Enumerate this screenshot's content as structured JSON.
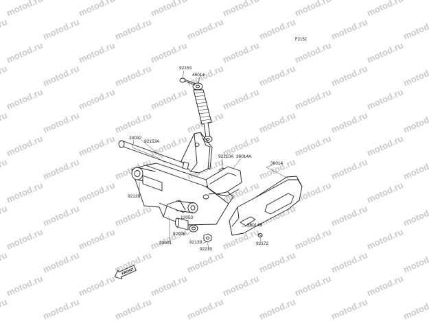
{
  "figure_code": "F2152",
  "watermark_text": "motod.ru",
  "front_label": "FRONT",
  "part_numbers": {
    "p92153": "92153",
    "p45014": "45014",
    "p33032": "33032",
    "p92153A": "92153A",
    "p92210A": "92210A",
    "p36014A": "36014A",
    "p36014": "36014",
    "p92139_left": "92139",
    "p12053": "12053",
    "p36014B": "36014B",
    "p92026": "92026",
    "p33001": "33001",
    "p92139_bottom": "92139",
    "p92210": "92210",
    "p92172": "92172"
  },
  "colors": {
    "line": "#1a1a1a",
    "watermark": "#c9c9c9",
    "background": "#ffffff"
  }
}
